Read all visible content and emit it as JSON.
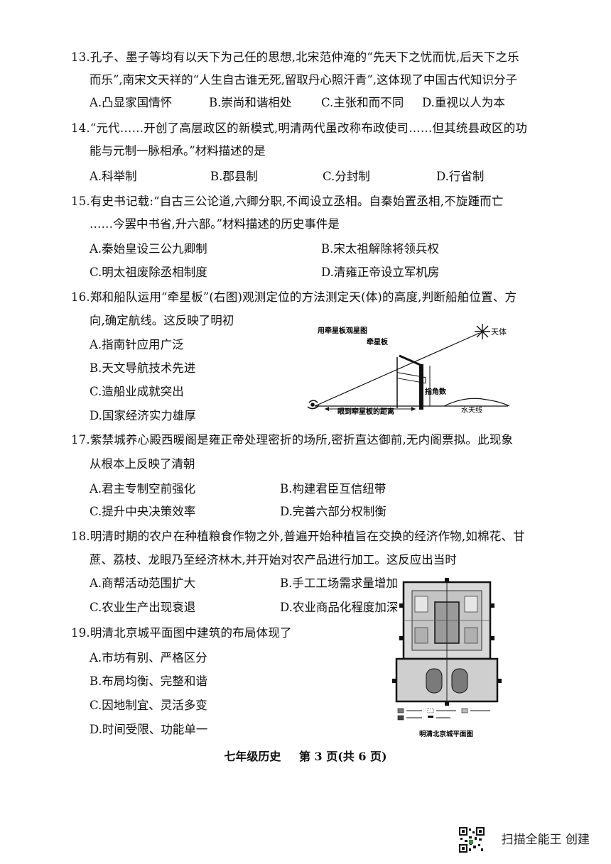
{
  "questions": [
    {
      "id": "13",
      "stem": [
        "13.孔子、墨子等均有以天下为己任的思想,北宋范仲淹的“先天下之忧而忧,后天下之乐",
        "而乐”,南宋文天祥的“人生自古谁无死,留取丹心照汗青”,这体现了中国古代知识分子"
      ],
      "options": [
        "A.凸显家国情怀",
        "B.崇尚和谐相处",
        "C.主张和而不同",
        "D.重视以人为本"
      ]
    },
    {
      "id": "14",
      "stem": [
        "14.“元代……开创了高层政区的新模式,明清两代虽改称布政使司……但其统县政区的功",
        "能与元制一脉相承。”材料描述的是"
      ],
      "options": [
        "A.科举制",
        "B.郡县制",
        "C.分封制",
        "D.行省制"
      ]
    },
    {
      "id": "15",
      "stem": [
        "15.有史书记载:“自古三公论道,六卿分职,不闻设立丞相。自秦始置丞相,不旋踵而亡",
        "……今罢中书省,升六部。”材料描述的历史事件是"
      ],
      "options": [
        "A.秦始皇设三公九卿制",
        "B.宋太祖解除将领兵权",
        "C.明太祖废除丞相制度",
        "D.清雍正帝设立军机房"
      ]
    },
    {
      "id": "16",
      "stem": [
        "16.郑和船队运用“牵星板”(右图)观测定位的方法测定天(体)的高度,判断船舶位置、方",
        "向,确定航线。这反映了明初"
      ],
      "options": [
        "A.指南针应用广泛",
        "B.天文导航技术先进",
        "C.造船业成就突出",
        "D.国家经济实力雄厚"
      ]
    },
    {
      "id": "17",
      "stem": [
        "17.紫禁城养心殿西暖阁是雍正帝处理密折的场所,密折直达御前,无内阁票拟。此现象",
        "从根本上反映了清朝"
      ],
      "options": [
        "A.君主专制空前强化",
        "B.构建君臣互信纽带",
        "C.提升中央决策效率",
        "D.完善六部分权制衡"
      ]
    },
    {
      "id": "18",
      "stem": [
        "18.明清时期的农户在种植粮食作物之外,普遍开始种植旨在交换的经济作物,如棉花、甘",
        "蔗、荔枝、龙眼乃至经济林木,并开始对农产品进行加工。这反应出当时"
      ],
      "options": [
        "A.商帮活动范围扩大",
        "B.手工工场需求量增加",
        "C.农业生产出现衰退",
        "D.农业商品化程度加深"
      ]
    },
    {
      "id": "19",
      "stem": [
        "19.明清北京城平面图中建筑的布局体现了"
      ],
      "options": [
        "A.市坊有别、严格区分",
        "B.布局均衡、完整和谐",
        "C.因地制宜、灵活多变",
        "D.时间受限、功能单一"
      ]
    }
  ],
  "figure_star": {
    "title": "用牵星板观星图",
    "board_label": "牵星板",
    "star_label": "天体",
    "angle_label": "指角数",
    "distance_label": "眼到牵星板的距离",
    "horizon_label": "水天线"
  },
  "figure_map": {
    "caption": "明清北京城平面图"
  },
  "footer": {
    "subject": "七年级历史",
    "page": "第 3 页(共 6 页)"
  },
  "watermark": "扫描全能王 创建"
}
